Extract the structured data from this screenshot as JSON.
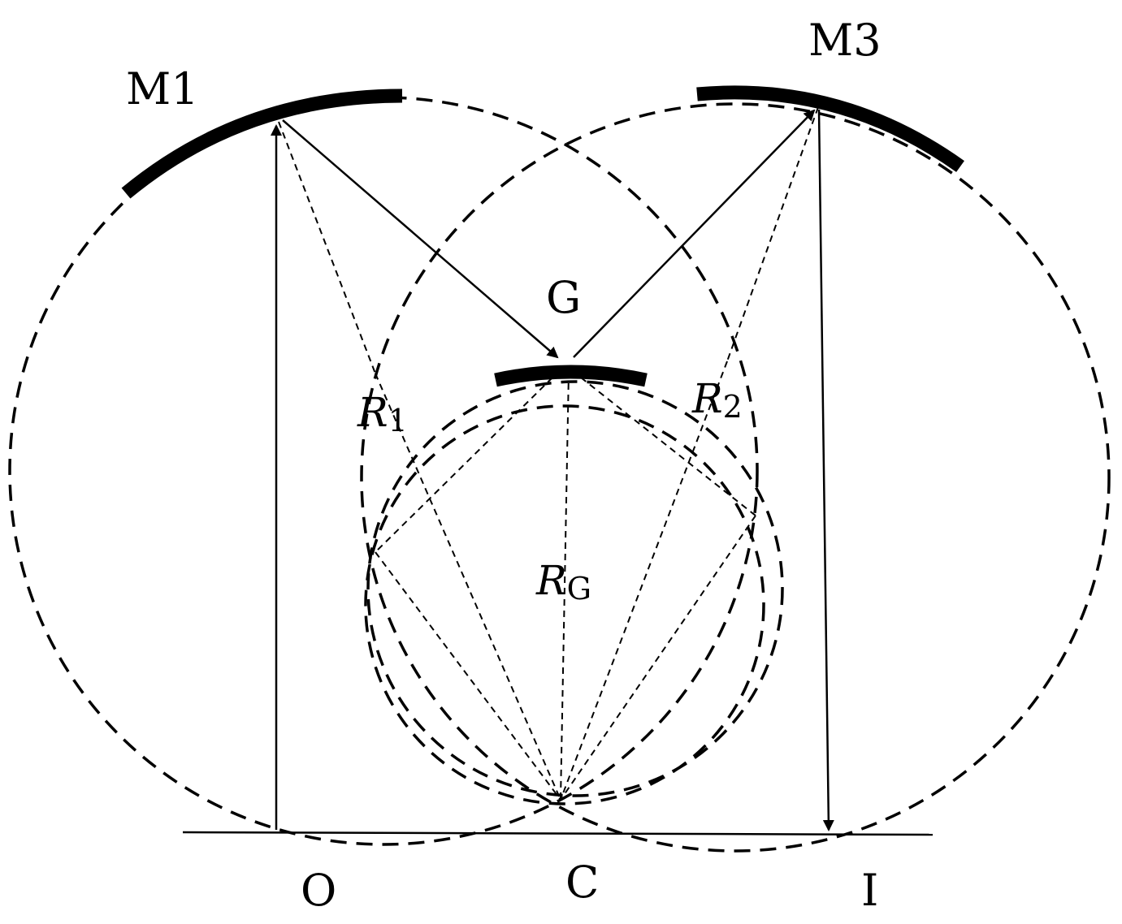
{
  "labels": {
    "m1": "M1",
    "m3": "M3",
    "g": "G",
    "o": "O",
    "c": "C",
    "i": "I",
    "r1_main": "R",
    "r1_sub": "1",
    "r2_main": "R",
    "r2_sub": "2",
    "rg_main": "R",
    "rg_sub": "G"
  },
  "colors": {
    "ink": "#000000",
    "background": "#ffffff"
  }
}
